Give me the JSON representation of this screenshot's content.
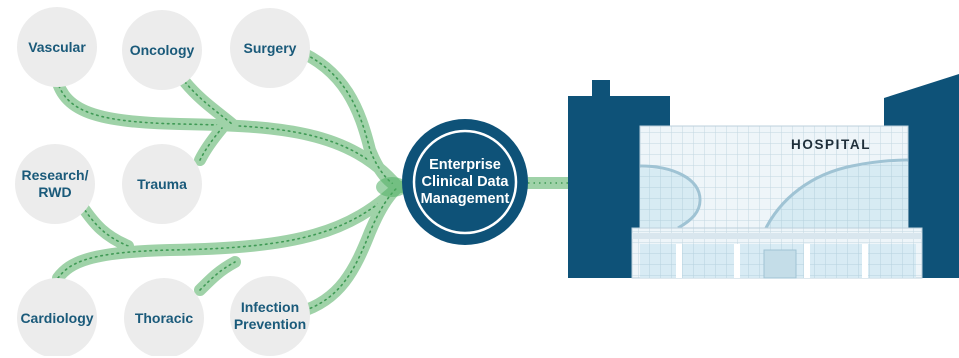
{
  "nodes": [
    {
      "id": "vascular",
      "label": "Vascular"
    },
    {
      "id": "oncology",
      "label": "Oncology"
    },
    {
      "id": "surgery",
      "label": "Surgery"
    },
    {
      "id": "research",
      "label": "Research/\nRWD"
    },
    {
      "id": "trauma",
      "label": "Trauma"
    },
    {
      "id": "cardiology",
      "label": "Cardiology"
    },
    {
      "id": "thoracic",
      "label": "Thoracic"
    },
    {
      "id": "infection",
      "label": "Infection\nPrevention"
    }
  ],
  "hub": {
    "label": "Enterprise\nClinical Data\nManagement"
  },
  "building": {
    "sign": "HOSPITAL"
  },
  "colors": {
    "node_fill": "#ececec",
    "node_text": "#1a5a7a",
    "connector": "#9fd2a8",
    "connector_dots": "#3f9a55",
    "hub_fill": "#0e5278",
    "building_dark": "#0e5278",
    "building_light": "#e9f3f8",
    "glass": "#cfe6f0"
  }
}
